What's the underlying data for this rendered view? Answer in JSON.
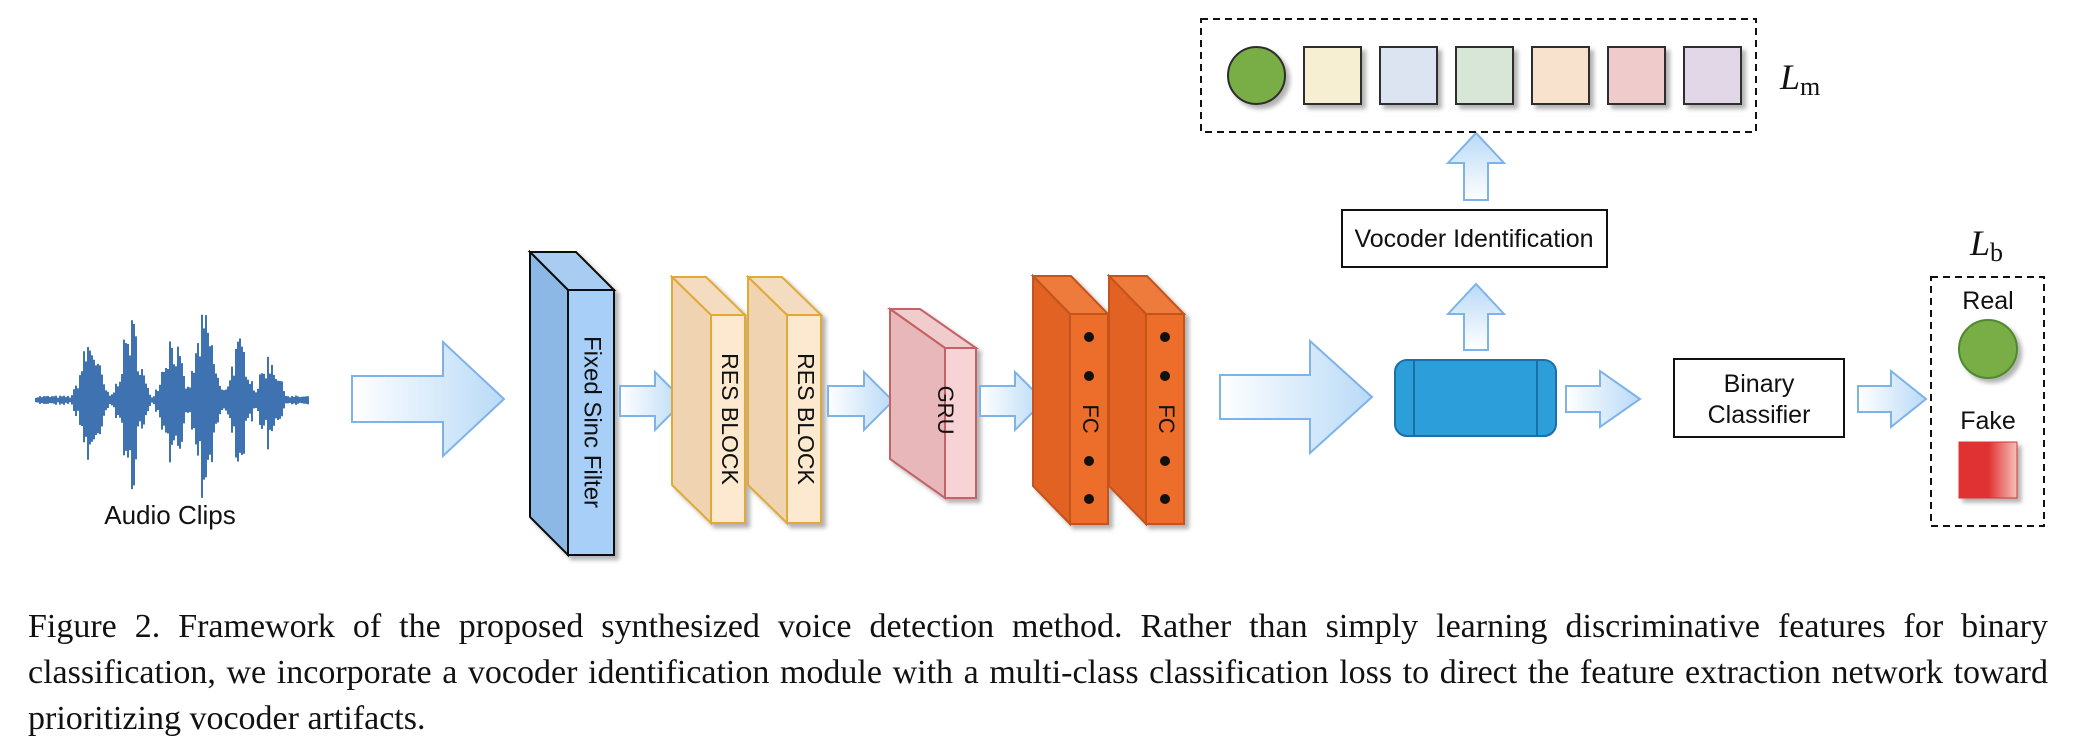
{
  "labels": {
    "audio_clips": "Audio Clips",
    "fixed_sinc_filter": "Fixed Sinc Filter",
    "res_block_1": "RES BLOCK",
    "res_block_2": "RES BLOCK",
    "gru": "GRU",
    "fc_1": "FC",
    "fc_2": "FC",
    "vocoder_identification": "Vocoder Identification",
    "binary_classifier_line1": "Binary",
    "binary_classifier_line2": "Classifier",
    "real": "Real",
    "fake": "Fake",
    "loss_multi_main": "L",
    "loss_multi_sub": "m",
    "loss_binary_main": "L",
    "loss_binary_sub": "b"
  },
  "class_colors": [
    "#79ad45",
    "#f6efd2",
    "#dce4f2",
    "#d7e6d6",
    "#f8e2cd",
    "#f0cbcc",
    "#e2d7e6"
  ],
  "caption": "Figure 2. Framework of the proposed synthesized voice detection method. Rather than simply learning discriminative features for binary classification, we incorporate a vocoder identification module with a multi-class classification loss to direct the feature extraction network toward prioritizing vocoder artifacts."
}
